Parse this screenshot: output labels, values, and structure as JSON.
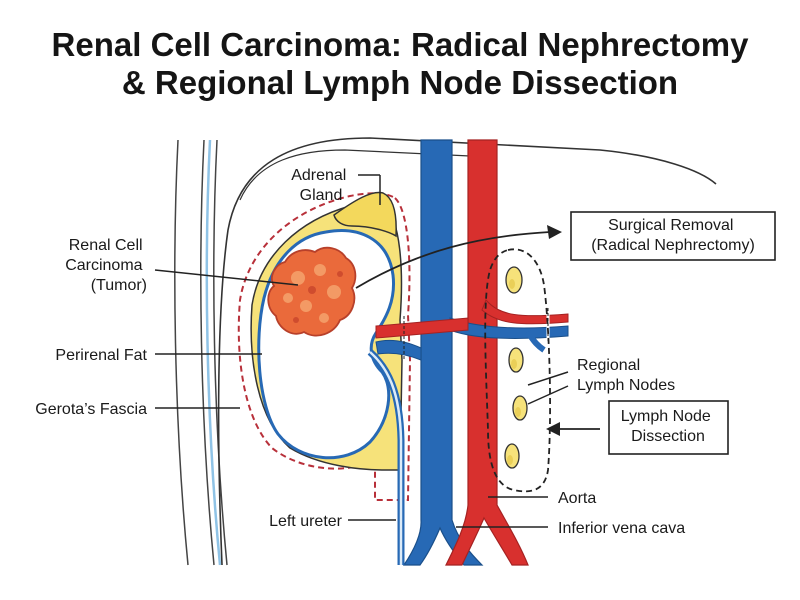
{
  "title": {
    "line1": "Renal Cell Carcinoma: Radical Nephrectomy",
    "line2": "& Regional Lymph Node Dissection"
  },
  "labels": {
    "adrenal_gland": [
      "Adrenal",
      "Gland"
    ],
    "tumor": [
      "Renal Cell",
      "Carcinoma",
      "(Tumor)"
    ],
    "perirenal_fat": "Perirenal Fat",
    "gerotas_fascia": "Gerota’s Fascia",
    "left_ureter": "Left ureter",
    "surgical_removal": [
      "Surgical Removal",
      "(Radical Nephrectomy)"
    ],
    "regional_lymph_nodes": [
      "Regional",
      "Lymph Nodes"
    ],
    "lymph_node_dissection": [
      "Lymph Node",
      "Dissection"
    ],
    "aorta": "Aorta",
    "ivc": "Inferior vena cava"
  },
  "colors": {
    "aorta_red": "#d8302e",
    "vein_blue": "#2769b5",
    "fat_yellow": "#f6e27a",
    "tumor_orange": "#ea6a3b",
    "fascia_dash": "#b8303a"
  }
}
